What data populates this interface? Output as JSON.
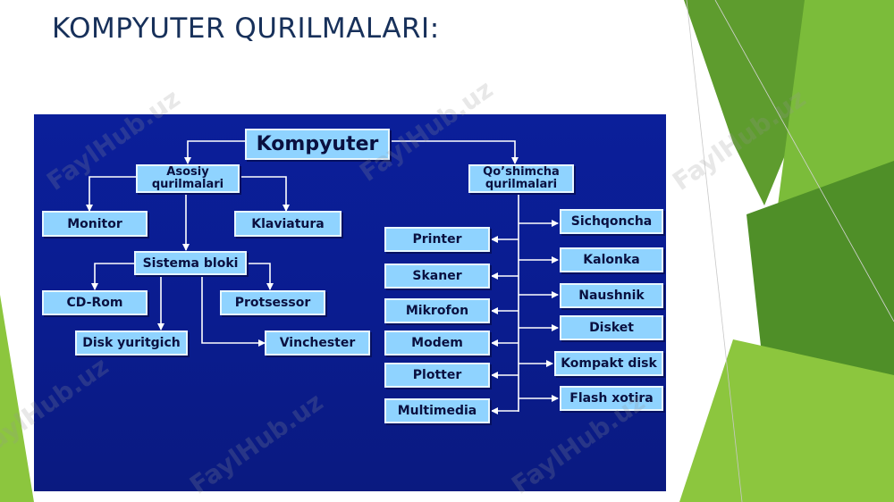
{
  "slide": {
    "title": "KOMPYUTER QURILMALARI:",
    "accent_colors": [
      "#8cc63e",
      "#5ea12e",
      "#3b7d23",
      "#b3d77a"
    ],
    "diagram_bg": "#0a1c8f",
    "node_color": "#8fd3ff"
  },
  "diagram": {
    "root": "Kompyuter",
    "asosiy": {
      "label": "Asosiy qurilmalari",
      "line1": "Asosiy",
      "line2": "qurilmalari"
    },
    "qoshimcha": {
      "label": "Qo'shimcha qurilmalari",
      "line1": "Qo’shimcha",
      "line2": "qurilmalari"
    },
    "monitor": "Monitor",
    "klaviatura": "Klaviatura",
    "sistema_bloki": "Sistema bloki",
    "cd_rom": "CD-Rom",
    "protsessor": "Protsessor",
    "disk_yuritgich": "Disk yuritgich",
    "vinchester": "Vinchester",
    "outputs": [
      "Printer",
      "Skaner",
      "Mikrofon",
      "Modem",
      "Plotter",
      "Multimedia"
    ],
    "inputs": [
      "Sichqoncha",
      "Kalonka",
      "Naushnik",
      "Disket",
      "Kompakt disk",
      "Flash xotira"
    ]
  },
  "watermark": "FaylHub.uz"
}
